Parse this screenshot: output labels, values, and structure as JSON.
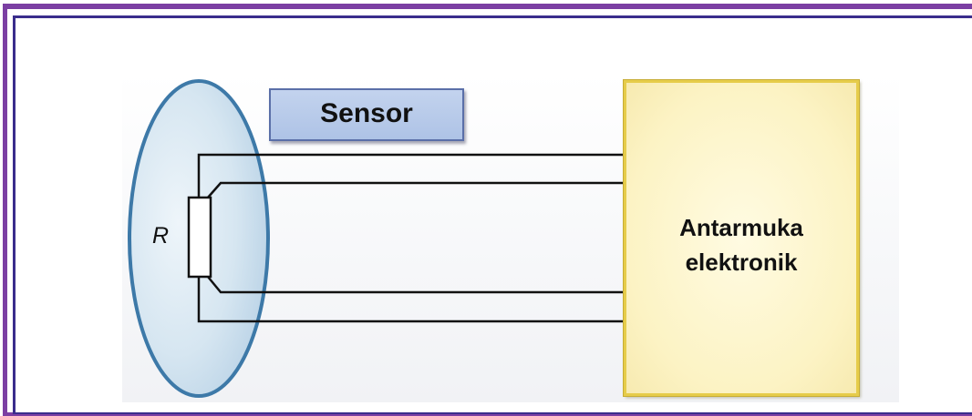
{
  "sensor": {
    "label": "Sensor",
    "resistor_label": "R"
  },
  "interface": {
    "line1": "Antarmuka",
    "line2": "elektronik"
  },
  "colors": {
    "outer_border": "#7b3fa3",
    "inner_border": "#3a2d8c",
    "sensor_body_fill": "#cfe1ee",
    "sensor_body_stroke": "#3d79a8",
    "sensor_label_fill": "#b6c9ea",
    "interface_fill": "#fcf3c4",
    "interface_stroke": "#e6cc4a",
    "wire": "#111111"
  }
}
